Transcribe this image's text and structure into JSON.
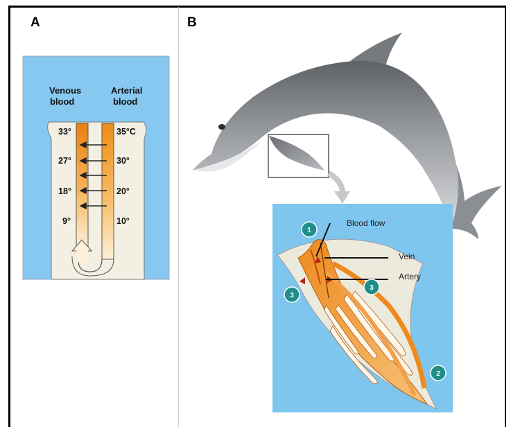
{
  "panels": {
    "a": {
      "letter": "A",
      "venous_label_1": "Venous",
      "venous_label_2": "blood",
      "arterial_label_1": "Arterial",
      "arterial_label_2": "blood",
      "venous_temps": [
        "33°",
        "27°",
        "18°",
        "9°"
      ],
      "arterial_temps": [
        "35°C",
        "30°",
        "20°",
        "10°"
      ]
    },
    "b": {
      "letter": "B",
      "blood_flow_label": "Blood flow",
      "vein_label": "Vein",
      "artery_label": "Artery",
      "markers": [
        "1",
        "2",
        "3",
        "3"
      ]
    }
  },
  "colors": {
    "panel_blue": "#87c8f0",
    "inset_blue": "#7fc6ee",
    "vessel_orange": "#f29a2e",
    "vessel_light": "#fbe2b8",
    "marker_teal": "#1f8f8c",
    "dolphin_gray": "#8a8d91"
  }
}
